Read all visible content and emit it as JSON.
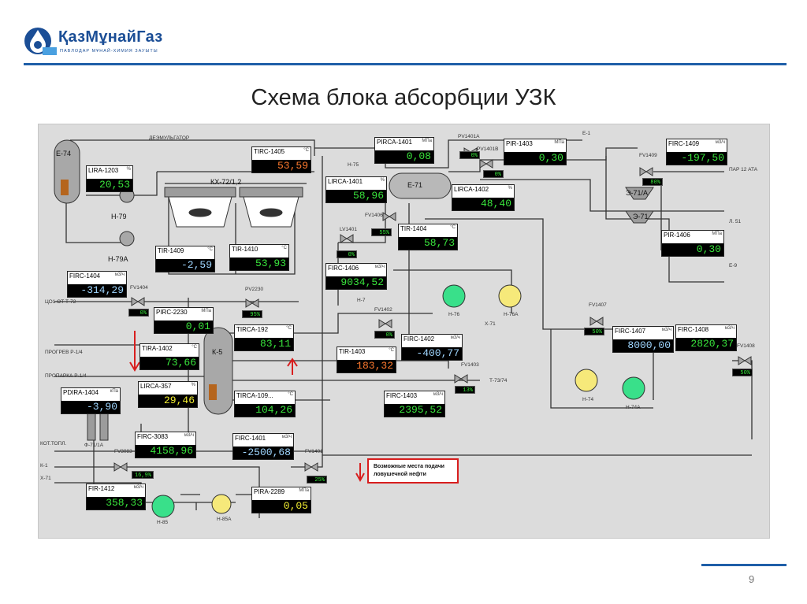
{
  "header": {
    "logo_text": "ҚазМұнайГаз",
    "logo_subtext": "ПАВЛОДАР МҰНАЙ-ХИМИЯ ЗАУЫТЫ"
  },
  "slide": {
    "title": "Схема блока абсорбции УЗК",
    "page_number": "9"
  },
  "scheme": {
    "equipment": {
      "e74": "Е-74",
      "h79": "Н-79",
      "h79a": "Н-79А",
      "kx72": "КХ-72/1,2",
      "k5": "К-5",
      "e71": "Е-71",
      "e71a": "Э-71/А",
      "e71b": "Э-71",
      "h76": "Н-76",
      "h76a": "Н-76А",
      "h74": "Н-74",
      "h74a": "Н-74А",
      "f71": "Ф-71/1А",
      "h85": "Н-85",
      "h85a": "Н-85А"
    },
    "lines": {
      "deemulsifier": "ДЕЭМУЛЬГАТОР",
      "e1": "Е-1",
      "n75": "Н-75",
      "par12": "ПАР 12 АТА",
      "l51": "Л. 51",
      "e9": "Е-9",
      "h7": "Н-7",
      "x71": "Х-71",
      "x71b": "Х-71",
      "t73": "Т-73/74",
      "tso": "ЦО1 ОТ Т-72",
      "progrev": "ПРОГРЕВ Р-1/4",
      "proparka": "ПРОПАРКА Р-1/4",
      "kottopl": "КОТ.ТОПЛ.",
      "k1": "К-1",
      "x71c": "Х-71"
    },
    "tags": [
      {
        "name": "LIRA-1203",
        "unit": "%",
        "value": "20,53"
      },
      {
        "name": "TIRC-1405",
        "unit": "°С",
        "value": "53,59"
      },
      {
        "name": "PIRCA-1401",
        "unit": "МПа",
        "value": "0,08"
      },
      {
        "name": "PIR-1403",
        "unit": "МПа",
        "value": "0,30"
      },
      {
        "name": "FIRC-1409",
        "unit": "м3/ч",
        "value": "-197,50"
      },
      {
        "name": "LIRCA-1401",
        "unit": "%",
        "value": "58,96"
      },
      {
        "name": "LIRCA-1402",
        "unit": "%",
        "value": "48,40"
      },
      {
        "name": "TIR-1404",
        "unit": "°С",
        "value": "58,73"
      },
      {
        "name": "PIR-1406",
        "unit": "МПа",
        "value": "0,30"
      },
      {
        "name": "TIR-1409",
        "unit": "°С",
        "value": "-2,59"
      },
      {
        "name": "TIR-1410",
        "unit": "°С",
        "value": "53,93"
      },
      {
        "name": "FIRC-1406",
        "unit": "м3/ч",
        "value": "9034,52"
      },
      {
        "name": "FIRC-1404",
        "unit": "м3/ч",
        "value": "-314,29"
      },
      {
        "name": "PIRC-2230",
        "unit": "МПа",
        "value": "0,01"
      },
      {
        "name": "TIRCA-192",
        "unit": "°С",
        "value": "83,11"
      },
      {
        "name": "FIRC-1402",
        "unit": "м3/ч",
        "value": "-400,77"
      },
      {
        "name": "TIR-1403",
        "unit": "°С",
        "value": "183,32"
      },
      {
        "name": "FIRC-1407",
        "unit": "м3/ч",
        "value": "8000,00"
      },
      {
        "name": "FIRC-1408",
        "unit": "м3/ч",
        "value": "2820,37"
      },
      {
        "name": "TIRA-1402",
        "unit": "°С",
        "value": "73,66"
      },
      {
        "name": "LIRCA-357",
        "unit": "%",
        "value": "29,46"
      },
      {
        "name": "PDIRA-1404",
        "unit": "кПа",
        "value": "-3,90"
      },
      {
        "name": "TIRCA-109...",
        "unit": "°С",
        "value": "104,26"
      },
      {
        "name": "FIRC-1403",
        "unit": "м3/ч",
        "value": "2395,52"
      },
      {
        "name": "FIRC-3083",
        "unit": "м3/ч",
        "value": "4158,96"
      },
      {
        "name": "FIRC-1401",
        "unit": "м3/ч",
        "value": "-2500,68"
      },
      {
        "name": "FIR-1412",
        "unit": "м3/ч",
        "value": "358,33"
      },
      {
        "name": "PIRA-2289",
        "unit": "МПа",
        "value": "0,05"
      }
    ],
    "valves": {
      "pv1401a": {
        "name": "PV1401A",
        "value": "0%"
      },
      "pv1401b": {
        "name": "PV1401B",
        "value": "0%"
      },
      "fv1409": {
        "name": "FV1409",
        "value": "80%"
      },
      "fv1406": {
        "name": "FV1406",
        "value": "55%"
      },
      "lv1401": {
        "name": "LV1401",
        "value": "0%"
      },
      "fv1404": {
        "name": "FV1404",
        "value": "0%"
      },
      "pv2230": {
        "name": "PV2230",
        "value": "95%"
      },
      "fv1402": {
        "name": "FV1402",
        "value": "0%"
      },
      "fv1407": {
        "name": "FV1407",
        "value": "50%"
      },
      "fv1408": {
        "name": "FV1408",
        "value": "50%"
      },
      "fv1403": {
        "name": "FV1403",
        "value": "13%"
      },
      "fv3083": {
        "name": "FV3083",
        "value": "16,9%"
      },
      "fv1401": {
        "name": "FV1401",
        "value": "25%"
      }
    },
    "note": "Возможные места подачи ловушечной нефти",
    "colors": {
      "display_green": "#39e53c",
      "display_yellow": "#f4f032",
      "display_orange": "#ff7a2e",
      "alarm_red": "#d81e1e",
      "accent_blue": "#1f5fa8"
    }
  }
}
